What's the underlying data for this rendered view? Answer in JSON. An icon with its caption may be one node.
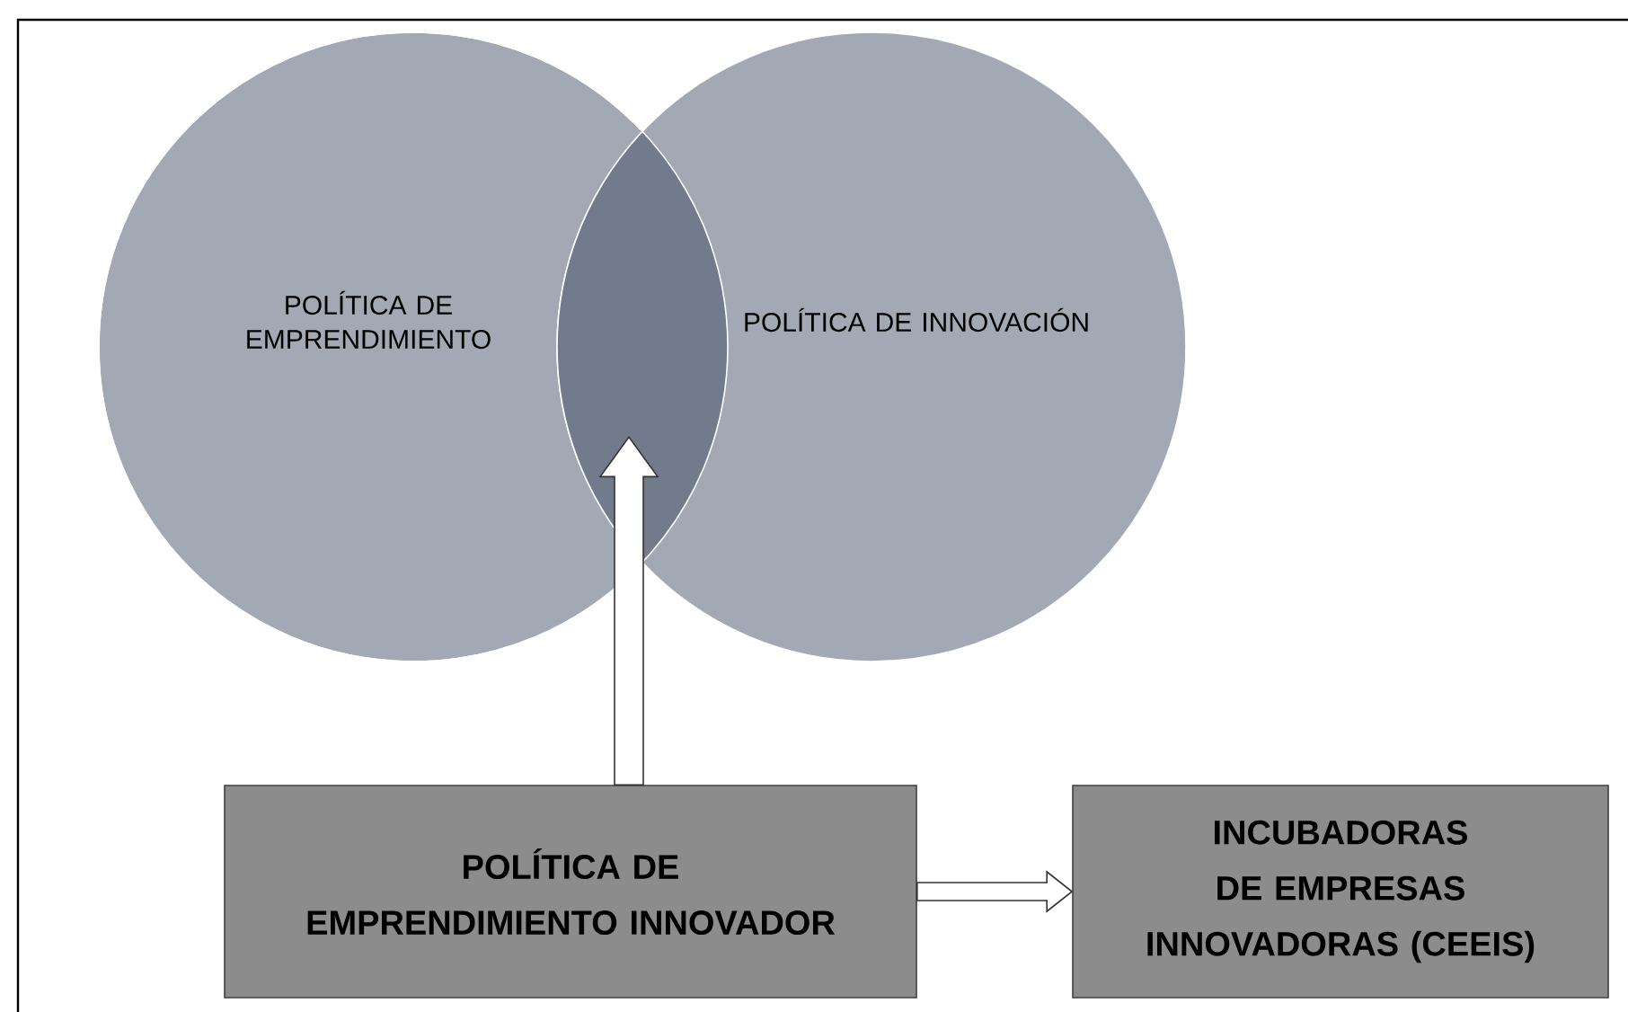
{
  "diagram": {
    "nodes": [
      {
        "text": [
          "POLÍTICA DE EMPRENDIMIENTO"
        ]
      },
      {
        "text": [
          "POLÍTICA DE INNOVACIÓN"
        ]
      },
      {
        "text": [],
        "shape": "lens"
      },
      {
        "text": [
          "POLÍTICA DE EMPRENDIMIENTO INNOVADOR"
        ]
      },
      {
        "text": [
          "INCUBADORAS DE EMPRESAS INNOVADORAS (CEEIS)"
        ]
      }
    ],
    "edges": [
      {
        "from": 3,
        "to": 2,
        "arrow": "to"
      },
      {
        "from": 3,
        "to": 4,
        "arrow": "to"
      }
    ]
  }
}
